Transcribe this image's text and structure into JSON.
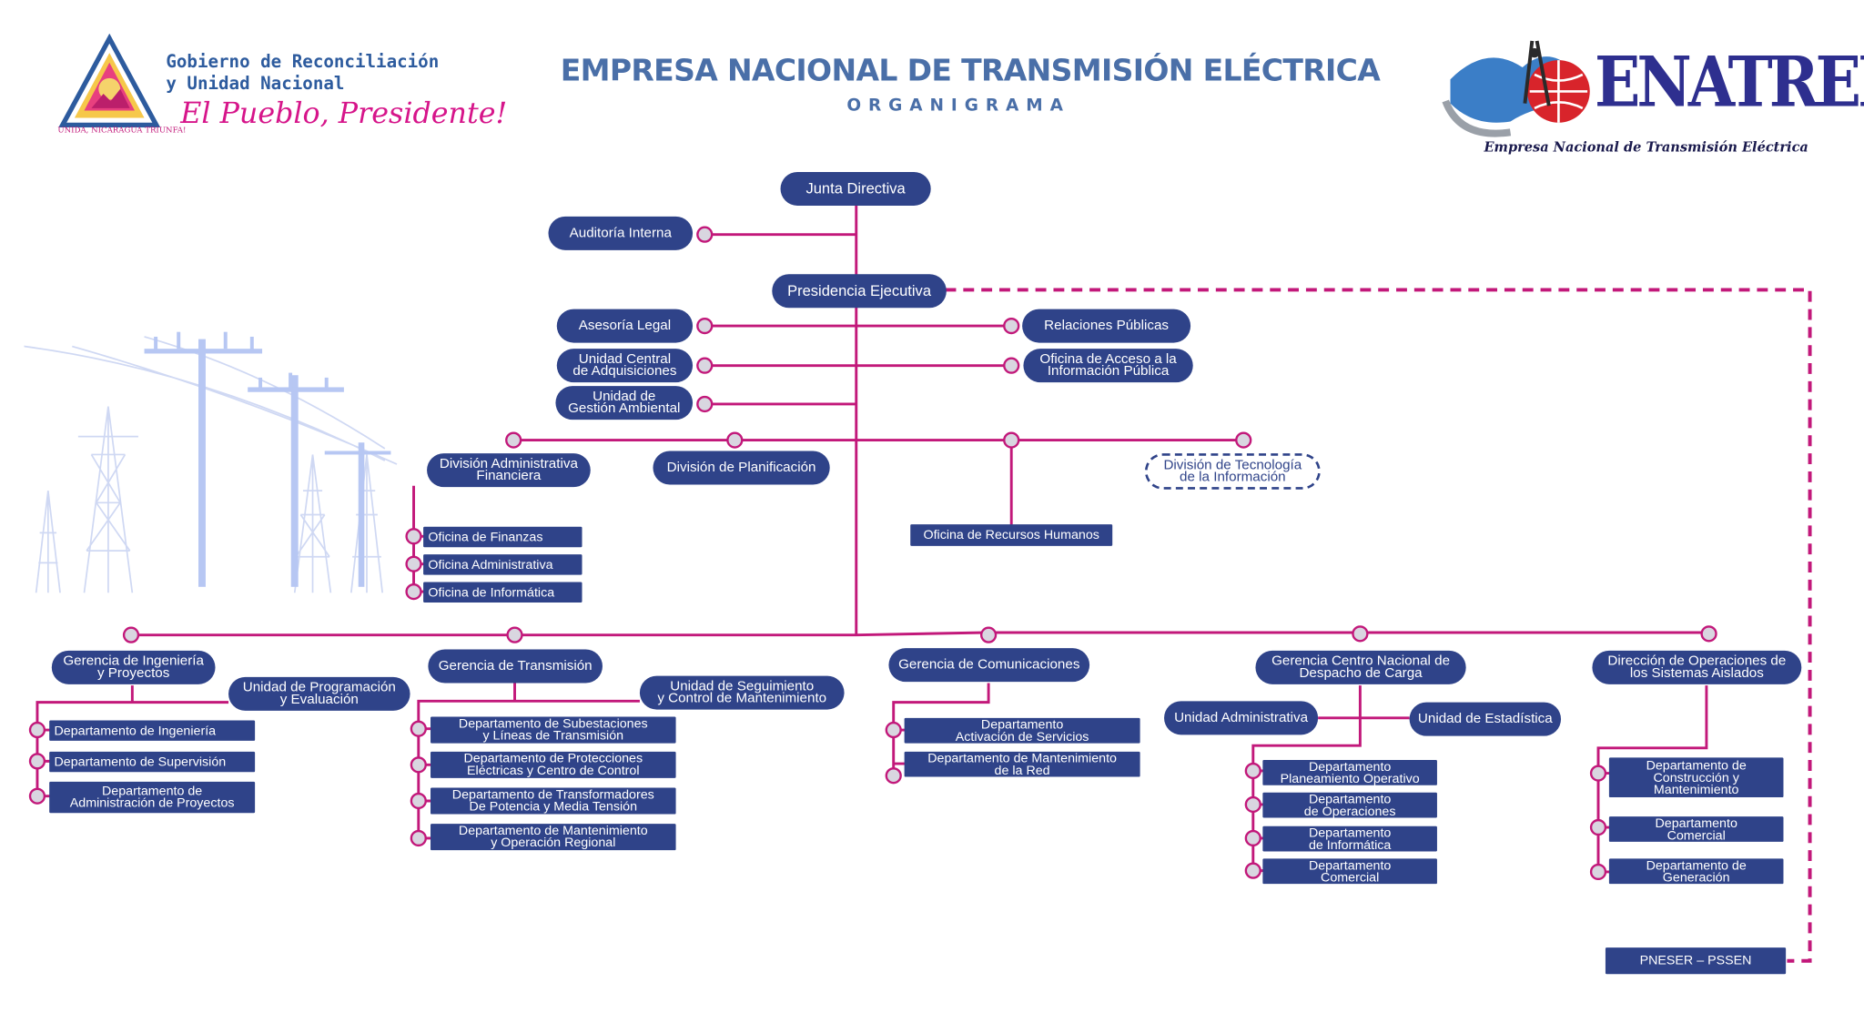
{
  "header": {
    "title": "EMPRESA NACIONAL DE TRANSMISIÓN ELÉCTRICA",
    "subtitle": "ORGANIGRAMA"
  },
  "gov_logo": {
    "line1": "Gobierno de Reconciliación",
    "line2": "y Unidad Nacional",
    "slogan": "El Pueblo, Presidente!",
    "seal_text": "UNIDA, NICARAGUA TRIUNFA!"
  },
  "enatrel_logo": {
    "name": "ENATREL",
    "tagline": "Empresa Nacional de Transmisión Eléctrica"
  },
  "colors": {
    "box": "#2f4389",
    "connector": "#c2187a",
    "title": "#4a6fa8",
    "node": "#d9d6e0"
  },
  "nodes": {
    "junta": "Junta Directiva",
    "auditoria": "Auditoría Interna",
    "presidencia": "Presidencia Ejecutiva",
    "asesoria": "Asesoría Legal",
    "ucadq": "Unidad Central\nde Adquisiciones",
    "ugamb": "Unidad de\nGestión Ambiental",
    "relpub": "Relaciones Públicas",
    "oaip": "Oficina de Acceso a la\nInformación Pública",
    "divadm": "División Administrativa\nFinanciera",
    "divplan": "División de Planificación",
    "divti": "División de Tecnología\nde la Información",
    "ofin": "Oficina de Finanzas",
    "oadm": "Oficina Administrativa",
    "oinf": "Oficina de Informática",
    "orh": "Oficina de Recursos Humanos",
    "gip": "Gerencia de Ingeniería\ny Proyectos",
    "upe": "Unidad de Programación\ny Evaluación",
    "ding": "Departamento de Ingeniería",
    "dsup": "Departamento de Supervisión",
    "dadmp": "Departamento de\nAdministración de Proyectos",
    "gtrans": "Gerencia de Transmisión",
    "uscm": "Unidad de Seguimiento\ny Control de Mantenimiento",
    "dsub": "Departamento de Subestaciones\ny Líneas de Transmisión",
    "dprot": "Departamento de Protecciones\nEléctricas y Centro de Control",
    "dtraf": "Departamento de Transformadores\nDe Potencia y Media Tensión",
    "dmor": "Departamento de Mantenimiento\ny Operación Regional",
    "gcom": "Gerencia de Comunicaciones",
    "dact": "Departamento\nActivación de Servicios",
    "dmred": "Departamento de Mantenimiento\nde la Red",
    "gcnd": "Gerencia Centro Nacional de\nDespacho de Carga",
    "uadm": "Unidad Administrativa",
    "uest": "Unidad de Estadística",
    "dplan": "Departamento\nPlaneamiento Operativo",
    "dop": "Departamento\nde Operaciones",
    "dinf": "Departamento\nde Informática",
    "dcom1": "Departamento\nComercial",
    "dosa": "Dirección de Operaciones de\nlos Sistemas Aislados",
    "dcons": "Departamento  de\nConstrucción y\nMantenimiento",
    "dcom2": "Departamento\nComercial",
    "dgen": "Departamento de\nGeneración",
    "pneser": "PNESER – PSSEN"
  }
}
